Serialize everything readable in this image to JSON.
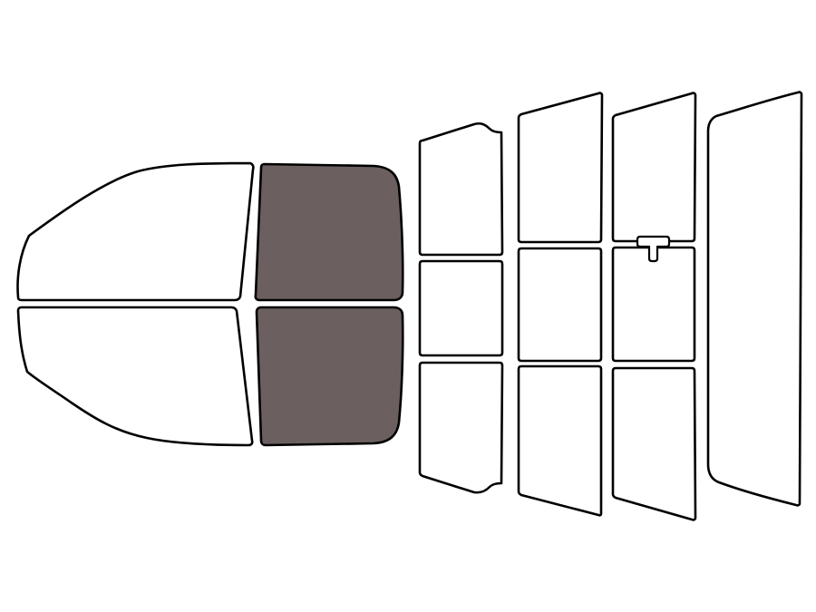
{
  "colors": {
    "tinted": "#6b5f5f",
    "clear": "#ffffff",
    "outline": "#000000",
    "background": "#ffffff"
  },
  "windows": [
    {
      "id": "front-driver-window-upper",
      "tinted": false
    },
    {
      "id": "front-driver-window-lower",
      "tinted": false
    },
    {
      "id": "rear-driver-window-upper",
      "tinted": true
    },
    {
      "id": "rear-driver-window-lower",
      "tinted": true
    },
    {
      "id": "back-glass-left-top",
      "tinted": false
    },
    {
      "id": "back-glass-left-middle",
      "tinted": false
    },
    {
      "id": "back-glass-left-bottom",
      "tinted": false
    },
    {
      "id": "back-glass-center-left-top",
      "tinted": false
    },
    {
      "id": "back-glass-center-left-middle",
      "tinted": false
    },
    {
      "id": "back-glass-center-left-bottom",
      "tinted": false
    },
    {
      "id": "back-glass-center-right-top",
      "tinted": false
    },
    {
      "id": "back-glass-center-right-middle",
      "tinted": false
    },
    {
      "id": "back-glass-center-right-bottom",
      "tinted": false
    },
    {
      "id": "windshield-strip",
      "tinted": false
    }
  ]
}
